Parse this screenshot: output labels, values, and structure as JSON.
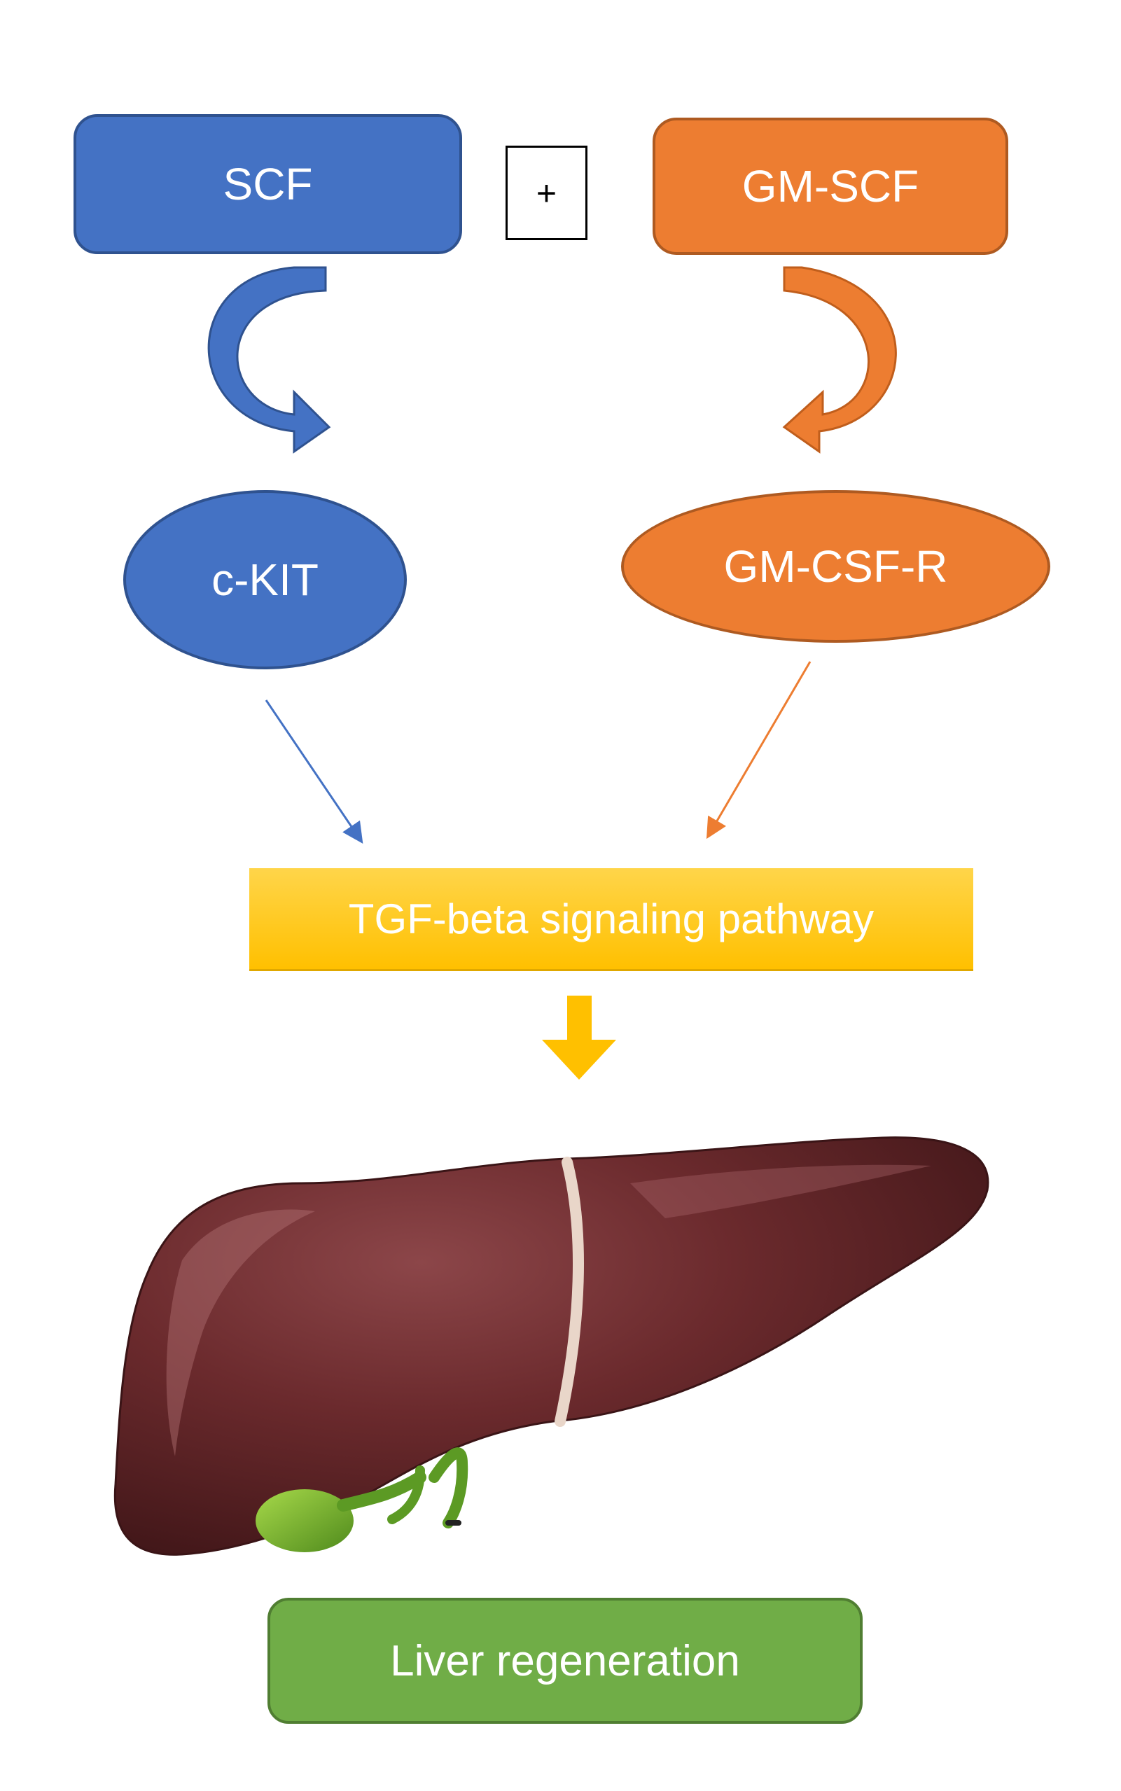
{
  "nodes": {
    "scf": "SCF",
    "plus": "+",
    "gm_scf": "GM-SCF",
    "c_kit": "c-KIT",
    "gm_csf_r": "GM-CSF-R",
    "tgf": "TGF-beta signaling pathway",
    "liver_regeneration": "Liver regeneration"
  },
  "colors": {
    "blue": "#4472c4",
    "orange": "#ed7d31",
    "yellow": "#ffc000",
    "green": "#70ad47",
    "liver": "#6b2a2d"
  },
  "icons": [
    "curved-arrow-icon",
    "arrow-down-icon",
    "liver-illustration"
  ]
}
